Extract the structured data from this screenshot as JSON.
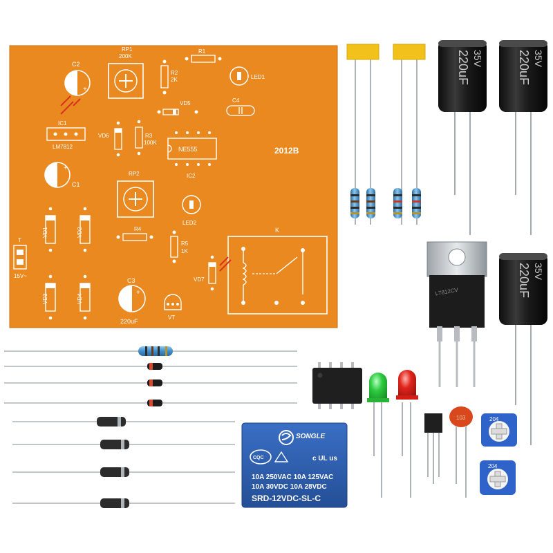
{
  "pcb": {
    "board_id": "2012B",
    "labels": {
      "c1": "C1",
      "c2": "C2",
      "c3": "C3",
      "c3_value": "220uF",
      "c4": "C4",
      "ic1": "IC1",
      "ic1_part": "LM7812",
      "ic2": "IC2",
      "ic2_part": "NE555",
      "rp1": "RP1",
      "rp1_value": "200K",
      "rp2": "RP2",
      "r1": "R1",
      "r2": "R2",
      "r2_value": "2K",
      "r3": "R3",
      "r3_value": "100K",
      "r4": "R4",
      "r5": "R5",
      "r5_value": "1K",
      "vd1": "VD1",
      "vd2": "VD2",
      "vd3": "VD3",
      "vd4": "VD4",
      "vd5": "VD5",
      "vd6": "VD6",
      "vd7": "VD7",
      "led1": "LED1",
      "led2": "LED2",
      "t": "T",
      "t_value": "15V~",
      "k": "K",
      "vt": "VT"
    }
  },
  "relay": {
    "brand": "SONGLE",
    "rating_line1": "10A 250VAC  10A 125VAC",
    "rating_line2": "10A 30VDC  10A 28VDC",
    "model": "SRD-12VDC-SL-C",
    "cert_cqc": "CQC",
    "cert_ul": "c UL us"
  },
  "electrolytic_caps": [
    {
      "value": "220uF",
      "voltage": "35V"
    },
    {
      "value": "220uF",
      "voltage": "35V"
    },
    {
      "value": "220uF",
      "voltage": "35V"
    }
  ],
  "regulator": {
    "marking": "L7812CV"
  },
  "ceramic_cap": {
    "marking": "103"
  },
  "trimpots": [
    {
      "marking": "204"
    },
    {
      "marking": "204"
    }
  ],
  "colors": {
    "pcb": "#e9891f",
    "relay": "#2f5fb0",
    "led_green": "#2ecc40",
    "led_red": "#e0241b",
    "ceramic_cap": "#d9471c",
    "capacitor_sleeve": "#1f1f1f",
    "resistor_body": "#4f9ed4"
  }
}
